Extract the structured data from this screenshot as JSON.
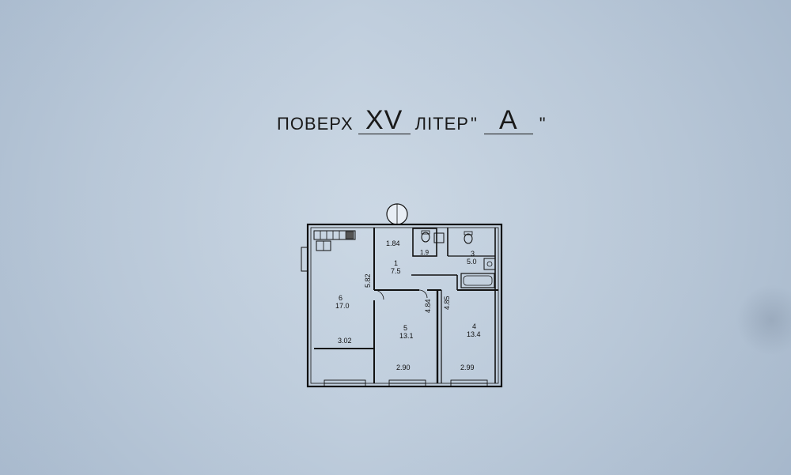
{
  "heading": {
    "floor_word": "ПОВЕРХ",
    "floor_number": "XV",
    "litera_word": "ЛІТЕР",
    "quote_open": "\"",
    "litera_value": "А",
    "quote_close": "\""
  },
  "plan": {
    "rooms": {
      "r1": {
        "number": "1",
        "area": "7.5"
      },
      "r2": {
        "area": "1.9"
      },
      "r3": {
        "number": "3",
        "area": "5.0"
      },
      "r4": {
        "number": "4",
        "area": "13.4"
      },
      "r5": {
        "number": "5",
        "area": "13.1"
      },
      "r6": {
        "number": "6",
        "area": "17.0"
      }
    },
    "dimensions": {
      "d_184": "1.84",
      "d_582": "5.82",
      "d_484": "4.84",
      "d_485": "4.85",
      "d_302": "3.02",
      "d_290": "2.90",
      "d_299": "2.99"
    }
  }
}
